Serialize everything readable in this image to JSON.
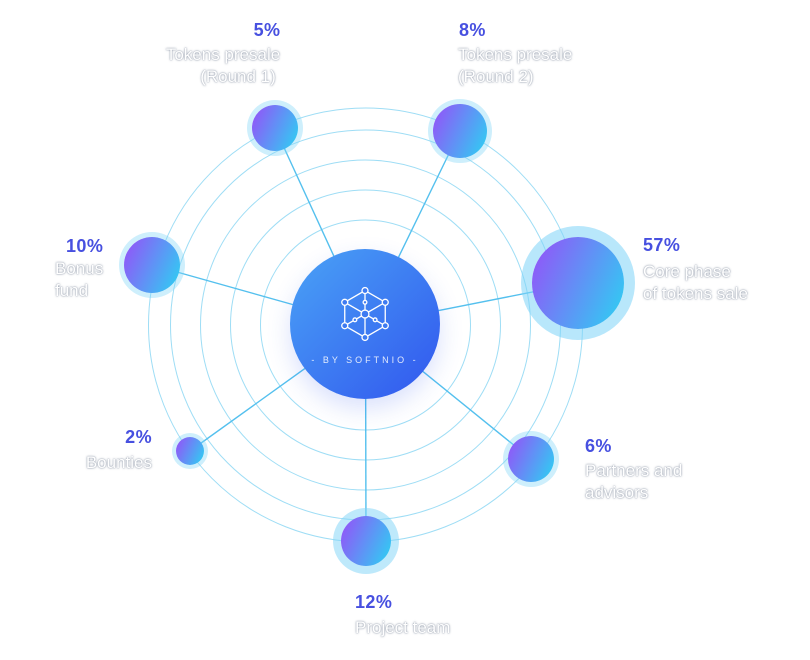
{
  "diagram": {
    "center": {
      "caption": "- BY SOFTNIO -",
      "icon": "hexagon-network-icon"
    },
    "nodes": [
      {
        "id": "tokens-presale-round-1",
        "percent": "5%",
        "label_lines": [
          "Tokens presale",
          "(Round 1)"
        ]
      },
      {
        "id": "tokens-presale-round-2",
        "percent": "8%",
        "label_lines": [
          "Tokens presale",
          "(Round 2)"
        ]
      },
      {
        "id": "bonus-fund",
        "percent": "10%",
        "label_lines": [
          "Bonus",
          "fund"
        ]
      },
      {
        "id": "core-phase-of-tokens-sale",
        "percent": "57%",
        "label_lines": [
          "Core phase",
          "of tokens sale"
        ]
      },
      {
        "id": "bounties",
        "percent": "2%",
        "label_lines": [
          "Bounties"
        ]
      },
      {
        "id": "partners-and-advisors",
        "percent": "6%",
        "label_lines": [
          "Partners and",
          "advisors"
        ]
      },
      {
        "id": "project-team",
        "percent": "12%",
        "label_lines": [
          "Project team"
        ]
      }
    ],
    "colors": {
      "percent_text": "#4750e0",
      "label_text": "#ffffff",
      "node_gradient_start": "#8d5bf8",
      "node_gradient_end": "#37c4f3",
      "center_gradient_start": "#4aa3f6",
      "center_gradient_end": "#3156ee",
      "orbit_ring": "#86d4f3",
      "spoke_line": "#54c0ee",
      "background": "#ffffff"
    }
  },
  "chart_data": {
    "type": "pie",
    "variant": "orbital-token-distribution-diagram",
    "title": "",
    "labels": [
      "Tokens presale (Round 1)",
      "Tokens presale (Round 2)",
      "Bonus fund",
      "Core phase of tokens sale",
      "Bounties",
      "Partners and advisors",
      "Project team"
    ],
    "values": [
      5,
      8,
      10,
      57,
      2,
      6,
      12
    ],
    "unit": "%",
    "total": 100,
    "center_caption": "- BY SOFTNIO -",
    "legend_position": "labels-beside-each-node"
  }
}
